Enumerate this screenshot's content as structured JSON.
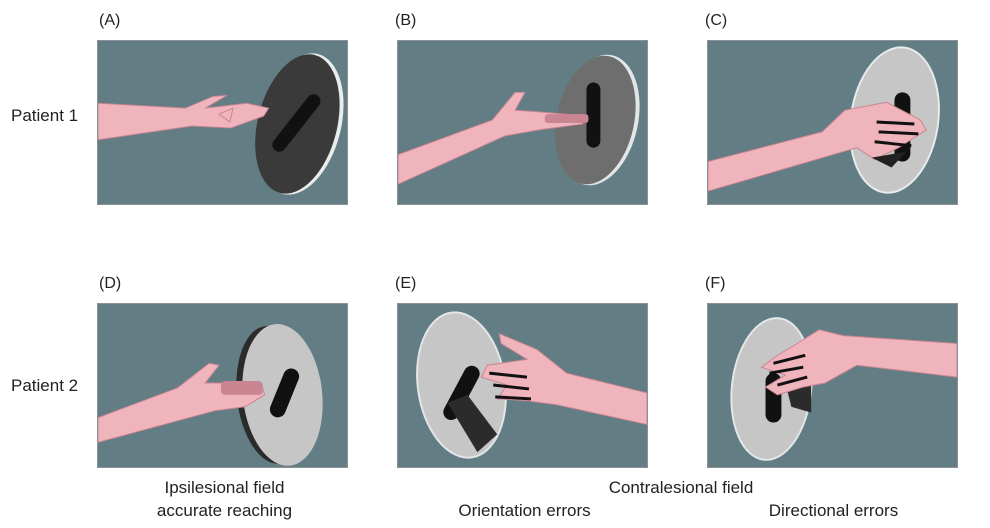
{
  "colors": {
    "background": "#627d84",
    "skin": "#f0b4bd",
    "skin_line": "#c98592",
    "disc_dark": "#3a3a3a",
    "disc_mid": "#6e6e6e",
    "disc_light": "#c6c6c6",
    "slot": "#111111"
  },
  "rows": [
    {
      "label": "Patient 1"
    },
    {
      "label": "Patient 2"
    }
  ],
  "panels": [
    {
      "label": "(A)"
    },
    {
      "label": "(B)"
    },
    {
      "label": "(C)"
    },
    {
      "label": "(D)"
    },
    {
      "label": "(E)"
    },
    {
      "label": "(F)"
    }
  ],
  "captions": {
    "ipsilesional_line1": "Ipsilesional field",
    "ipsilesional_line2": "accurate reaching",
    "contralesional": "Contralesional field",
    "orientation": "Orientation errors",
    "directional": "Directional errors"
  }
}
